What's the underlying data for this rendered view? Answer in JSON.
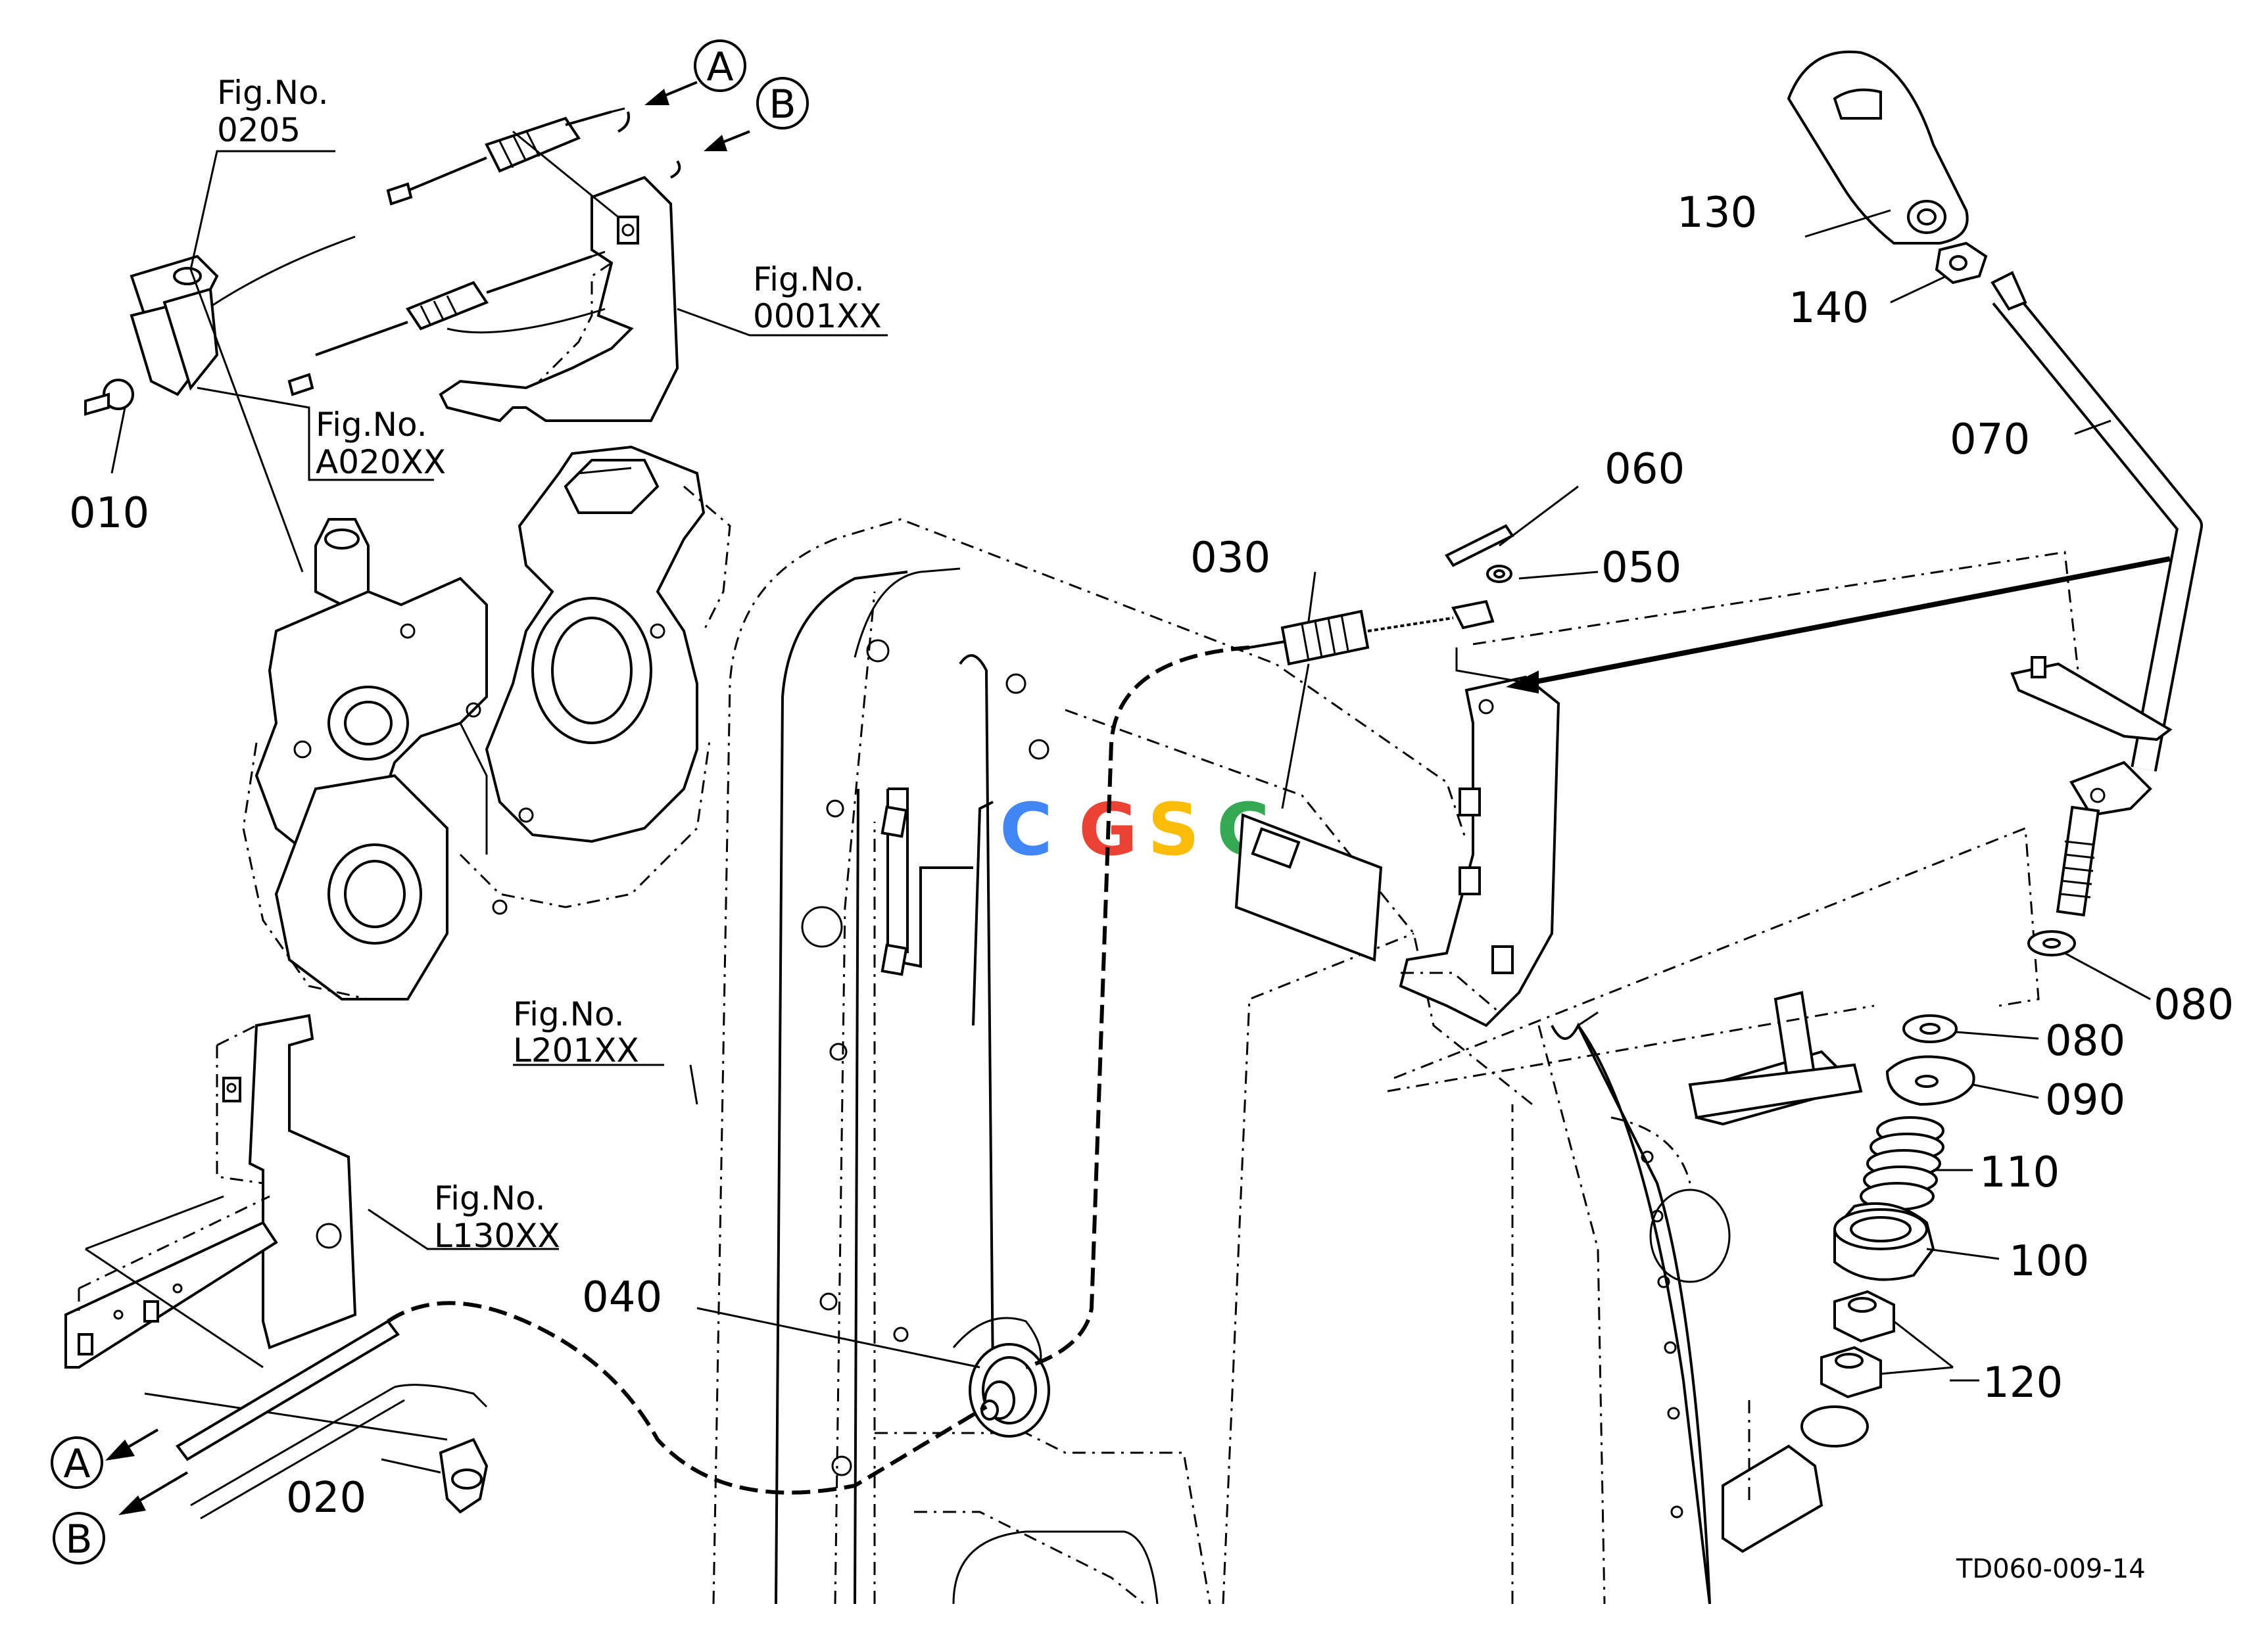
{
  "diagram": {
    "code": "TD060-009-14",
    "watermark": "CGSC",
    "watermark_colors": [
      "#4285F4",
      "#EA4335",
      "#FBBC05",
      "#34A853"
    ],
    "fig_refs": [
      {
        "line1": "Fig.No.",
        "line2": "0205"
      },
      {
        "line1": "Fig.No.",
        "line2": "0001XX"
      },
      {
        "line1": "Fig.No.",
        "line2": "A020XX"
      },
      {
        "line1": "Fig.No.",
        "line2": "L201XX"
      },
      {
        "line1": "Fig.No.",
        "line2": "L130XX"
      }
    ],
    "connectors": {
      "a": "A",
      "b": "B"
    },
    "parts": {
      "p010": "010",
      "p020": "020",
      "p030": "030",
      "p040": "040",
      "p050": "050",
      "p060": "060",
      "p070": "070",
      "p080a": "080",
      "p080b": "080",
      "p090": "090",
      "p100": "100",
      "p110": "110",
      "p120": "120",
      "p130": "130",
      "p140": "140"
    }
  }
}
